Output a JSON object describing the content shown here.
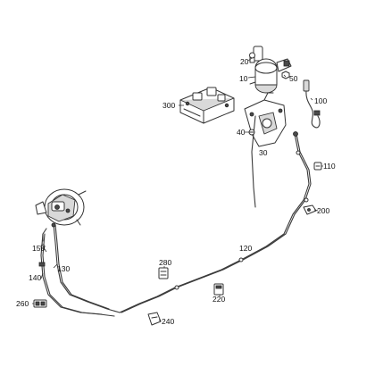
{
  "callouts": {
    "c10": "10",
    "c20": "20",
    "c30": "30",
    "c40": "40",
    "c50": "50",
    "c100": "100",
    "c110": "110",
    "c120": "120",
    "c130": "130",
    "c140": "140",
    "c150": "150",
    "c200": "200",
    "c220": "220",
    "c240": "240",
    "c260": "260",
    "c280": "280",
    "c300": "300"
  }
}
